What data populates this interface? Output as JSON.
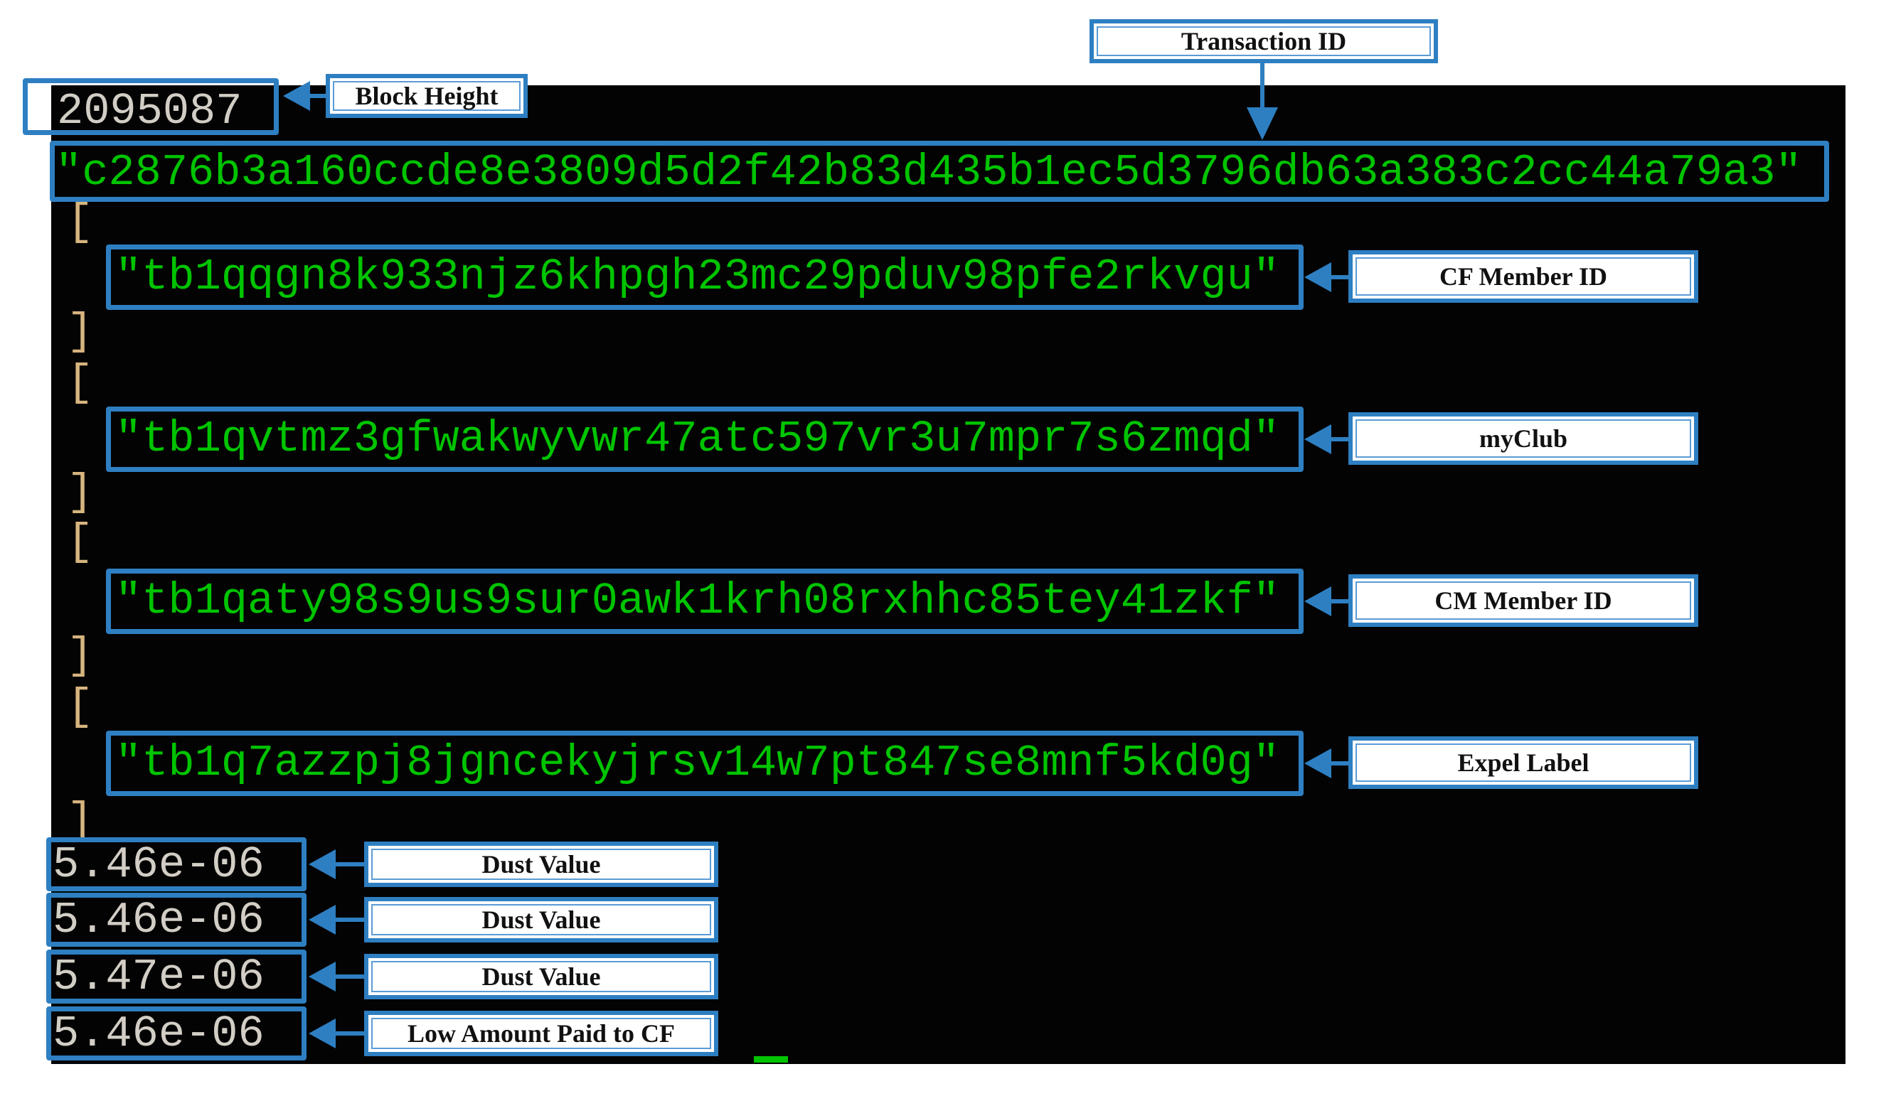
{
  "colors": {
    "annotation_blue": "#2e7fc2",
    "annotation_blue_light": "#5b9bd5",
    "terminal_green": "#00c400",
    "bracket_tan": "#d7b57f",
    "terminal_text_white": "#d2cec6",
    "terminal_background": "#030303"
  },
  "terminal": {
    "block_height": "2095087",
    "txid": "\"c2876b3a160ccde8e3809d5d2f42b83d435b1ec5d3796db63a383c2cc44a79a3\"",
    "open_bracket": "[",
    "close_bracket": "]",
    "addresses": [
      "\"tb1qqgn8k933njz6khpgh23mc29pduv98pfe2rkvgu\"",
      "\"tb1qvtmz3gfwakwyvwr47atc597vr3u7mpr7s6zmqd\"",
      "\"tb1qaty98s9us9sur0awk1krh08rxhhc85tey41zkf\"",
      "\"tb1q7azzpj8jgncekyjrsv14w7pt847se8mnf5kd0g\""
    ],
    "amounts": [
      "5.46e-06",
      "5.46e-06",
      "5.47e-06",
      "5.46e-06"
    ]
  },
  "annotations": {
    "transaction_id_label": "Transaction ID",
    "block_height_label": "Block Height",
    "address_labels": [
      "CF Member ID",
      "myClub",
      "CM Member ID",
      "Expel Label"
    ],
    "amount_labels": [
      "Dust Value",
      "Dust Value",
      "Dust Value",
      "Low Amount Paid to CF"
    ]
  }
}
